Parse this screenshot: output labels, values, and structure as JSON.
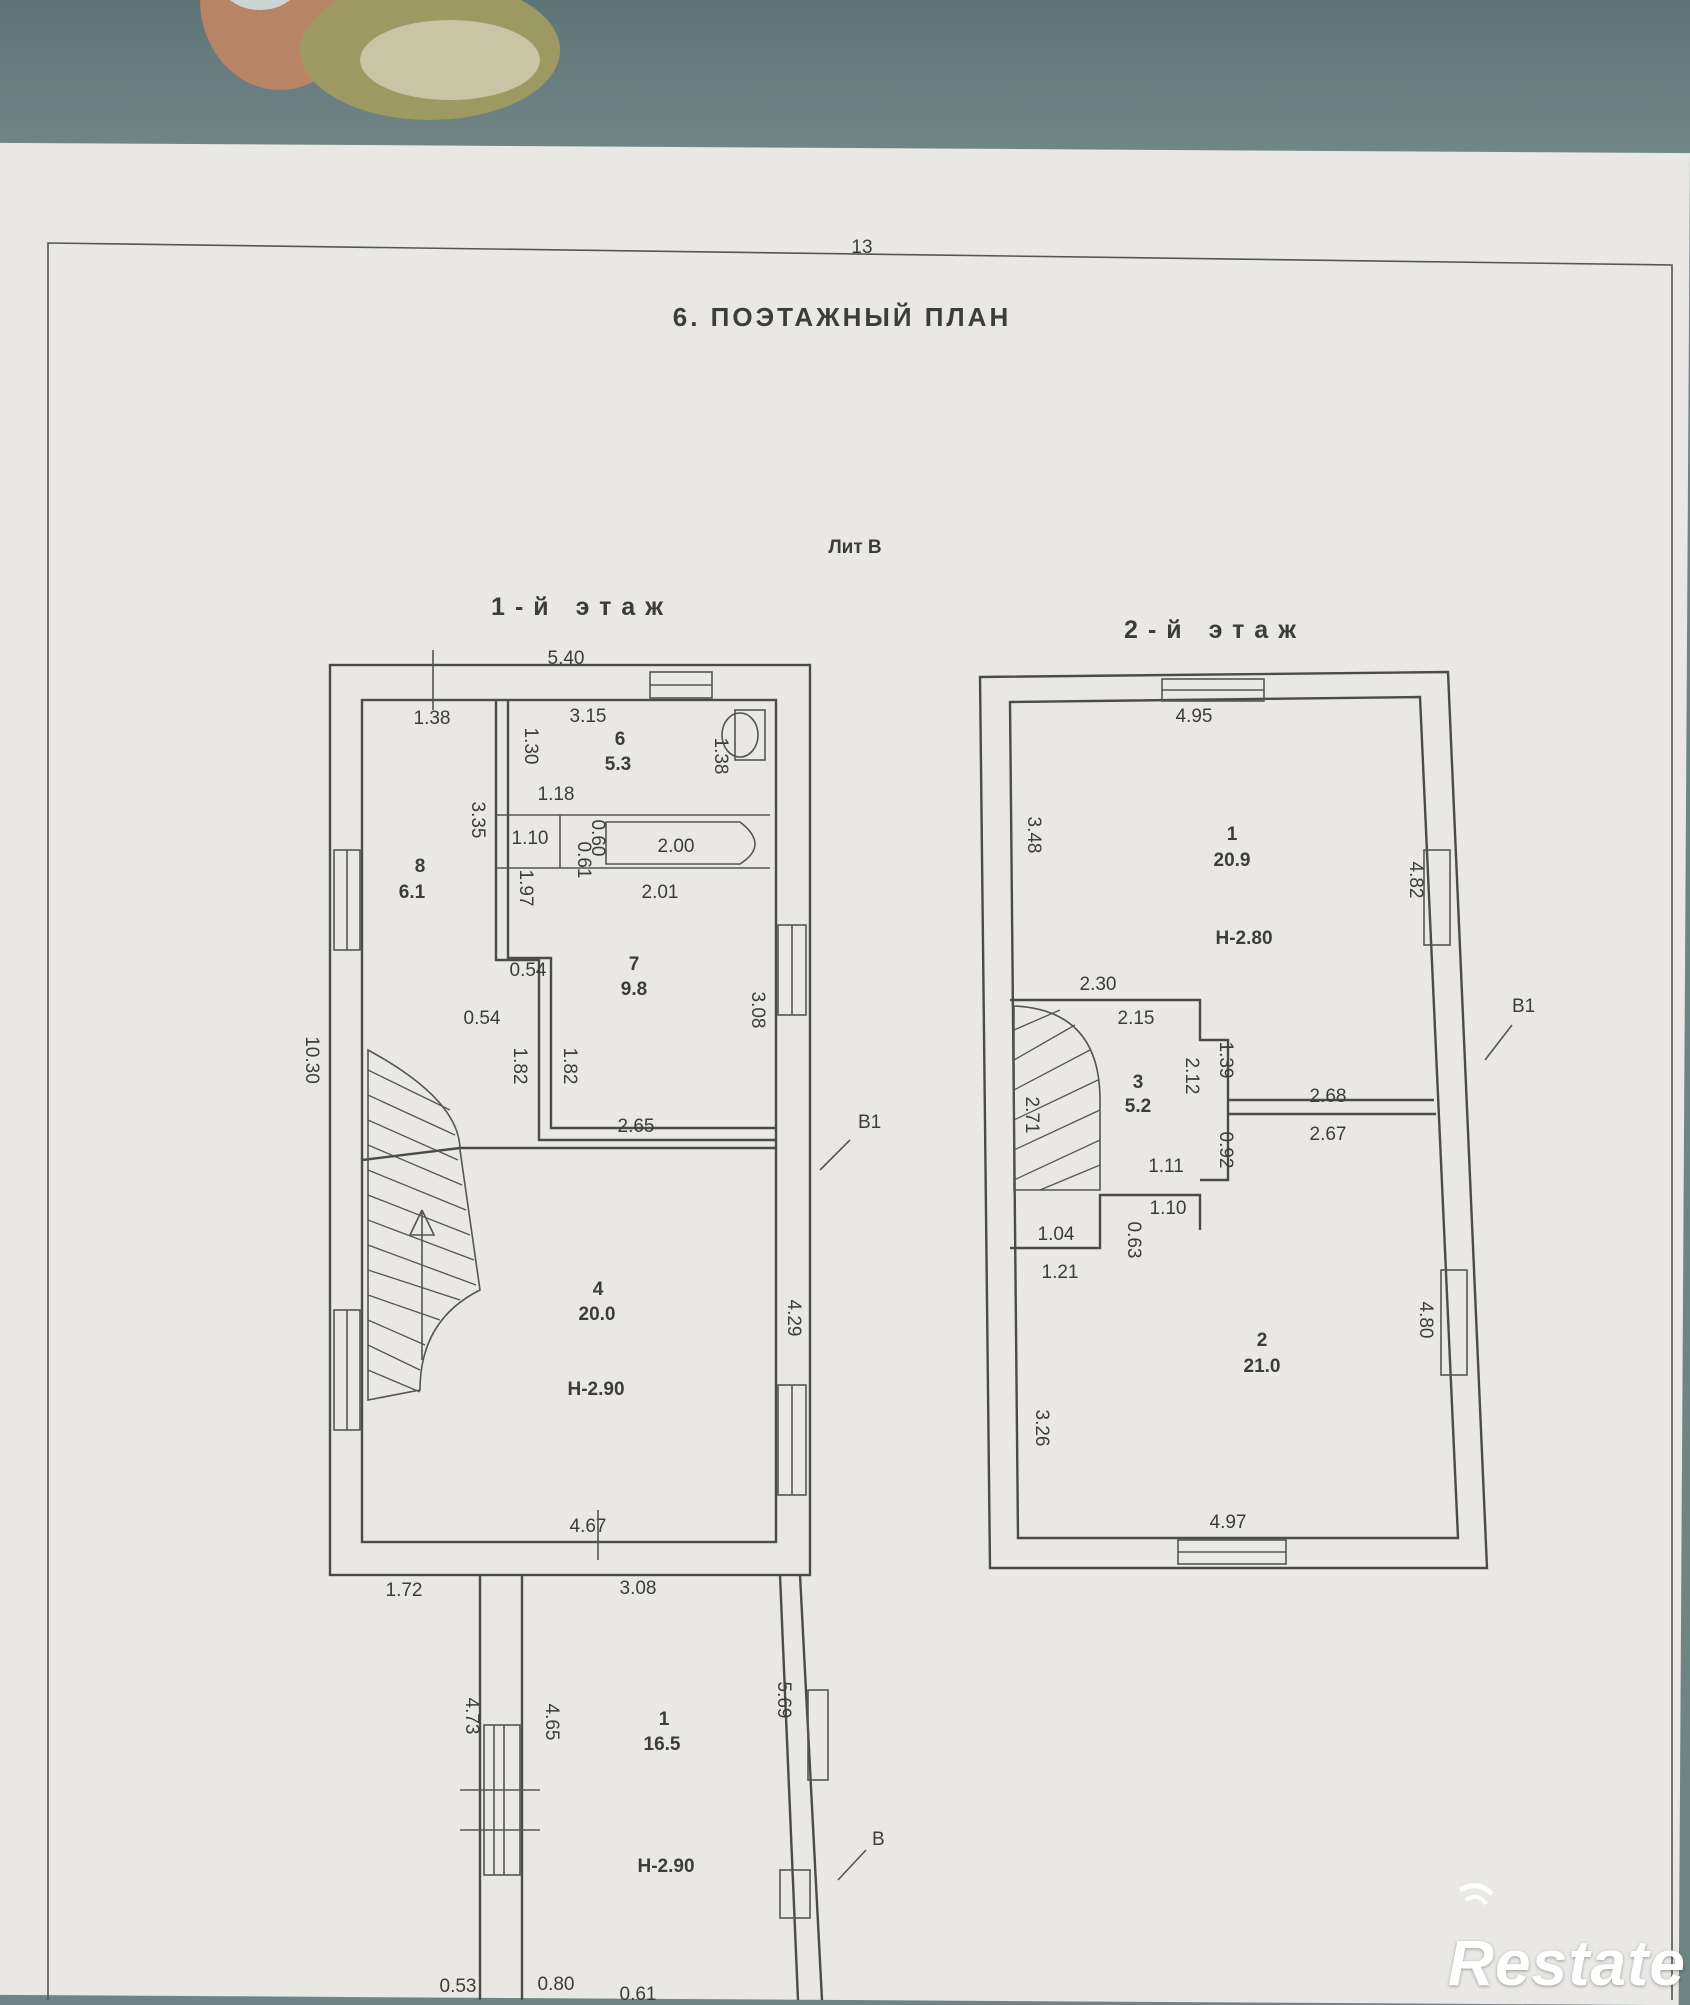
{
  "page_number": "13",
  "heading": "6. ПОЭТАЖНЫЙ ПЛАН",
  "building": "Лит В",
  "floor1": {
    "title": "1-й этаж",
    "height": "Н-2.90",
    "rooms": [
      {
        "num": "8",
        "area": "6.1"
      },
      {
        "num": "6",
        "area": "5.3"
      },
      {
        "num": "7",
        "area": "9.8"
      },
      {
        "num": "4",
        "area": "20.0"
      }
    ],
    "dims": [
      "5.40",
      "1.38",
      "3.15",
      "1.30",
      "1.38",
      "1.18",
      "3.35",
      "1.10",
      "0.61",
      "0.60",
      "2.00",
      "2.01",
      "1.97",
      "0.54",
      "0.54",
      "3.08",
      "10.30",
      "1.82",
      "1.82",
      "2.65",
      "4.29",
      "4.67",
      "1.72",
      "3.08"
    ],
    "section_mark": "В1"
  },
  "annex": {
    "height": "Н-2.90",
    "room": {
      "num": "1",
      "area": "16.5"
    },
    "dims": [
      "4.73",
      "4.65",
      "5.69",
      "0.53",
      "0.80",
      "0.61"
    ],
    "section_mark": "В"
  },
  "floor2": {
    "title": "2-й этаж",
    "height": "Н-2.80",
    "rooms": [
      {
        "num": "1",
        "area": "20.9"
      },
      {
        "num": "3",
        "area": "5.2"
      },
      {
        "num": "2",
        "area": "21.0"
      }
    ],
    "dims": [
      "4.95",
      "3.48",
      "4.82",
      "2.30",
      "2.15",
      "1.39",
      "2.12",
      "2.71",
      "2.68",
      "2.67",
      "0.92",
      "1.11",
      "1.10",
      "1.04",
      "0.63",
      "1.21",
      "4.80",
      "3.26",
      "4.97"
    ],
    "section_mark": "В1"
  },
  "watermark": "Restate"
}
